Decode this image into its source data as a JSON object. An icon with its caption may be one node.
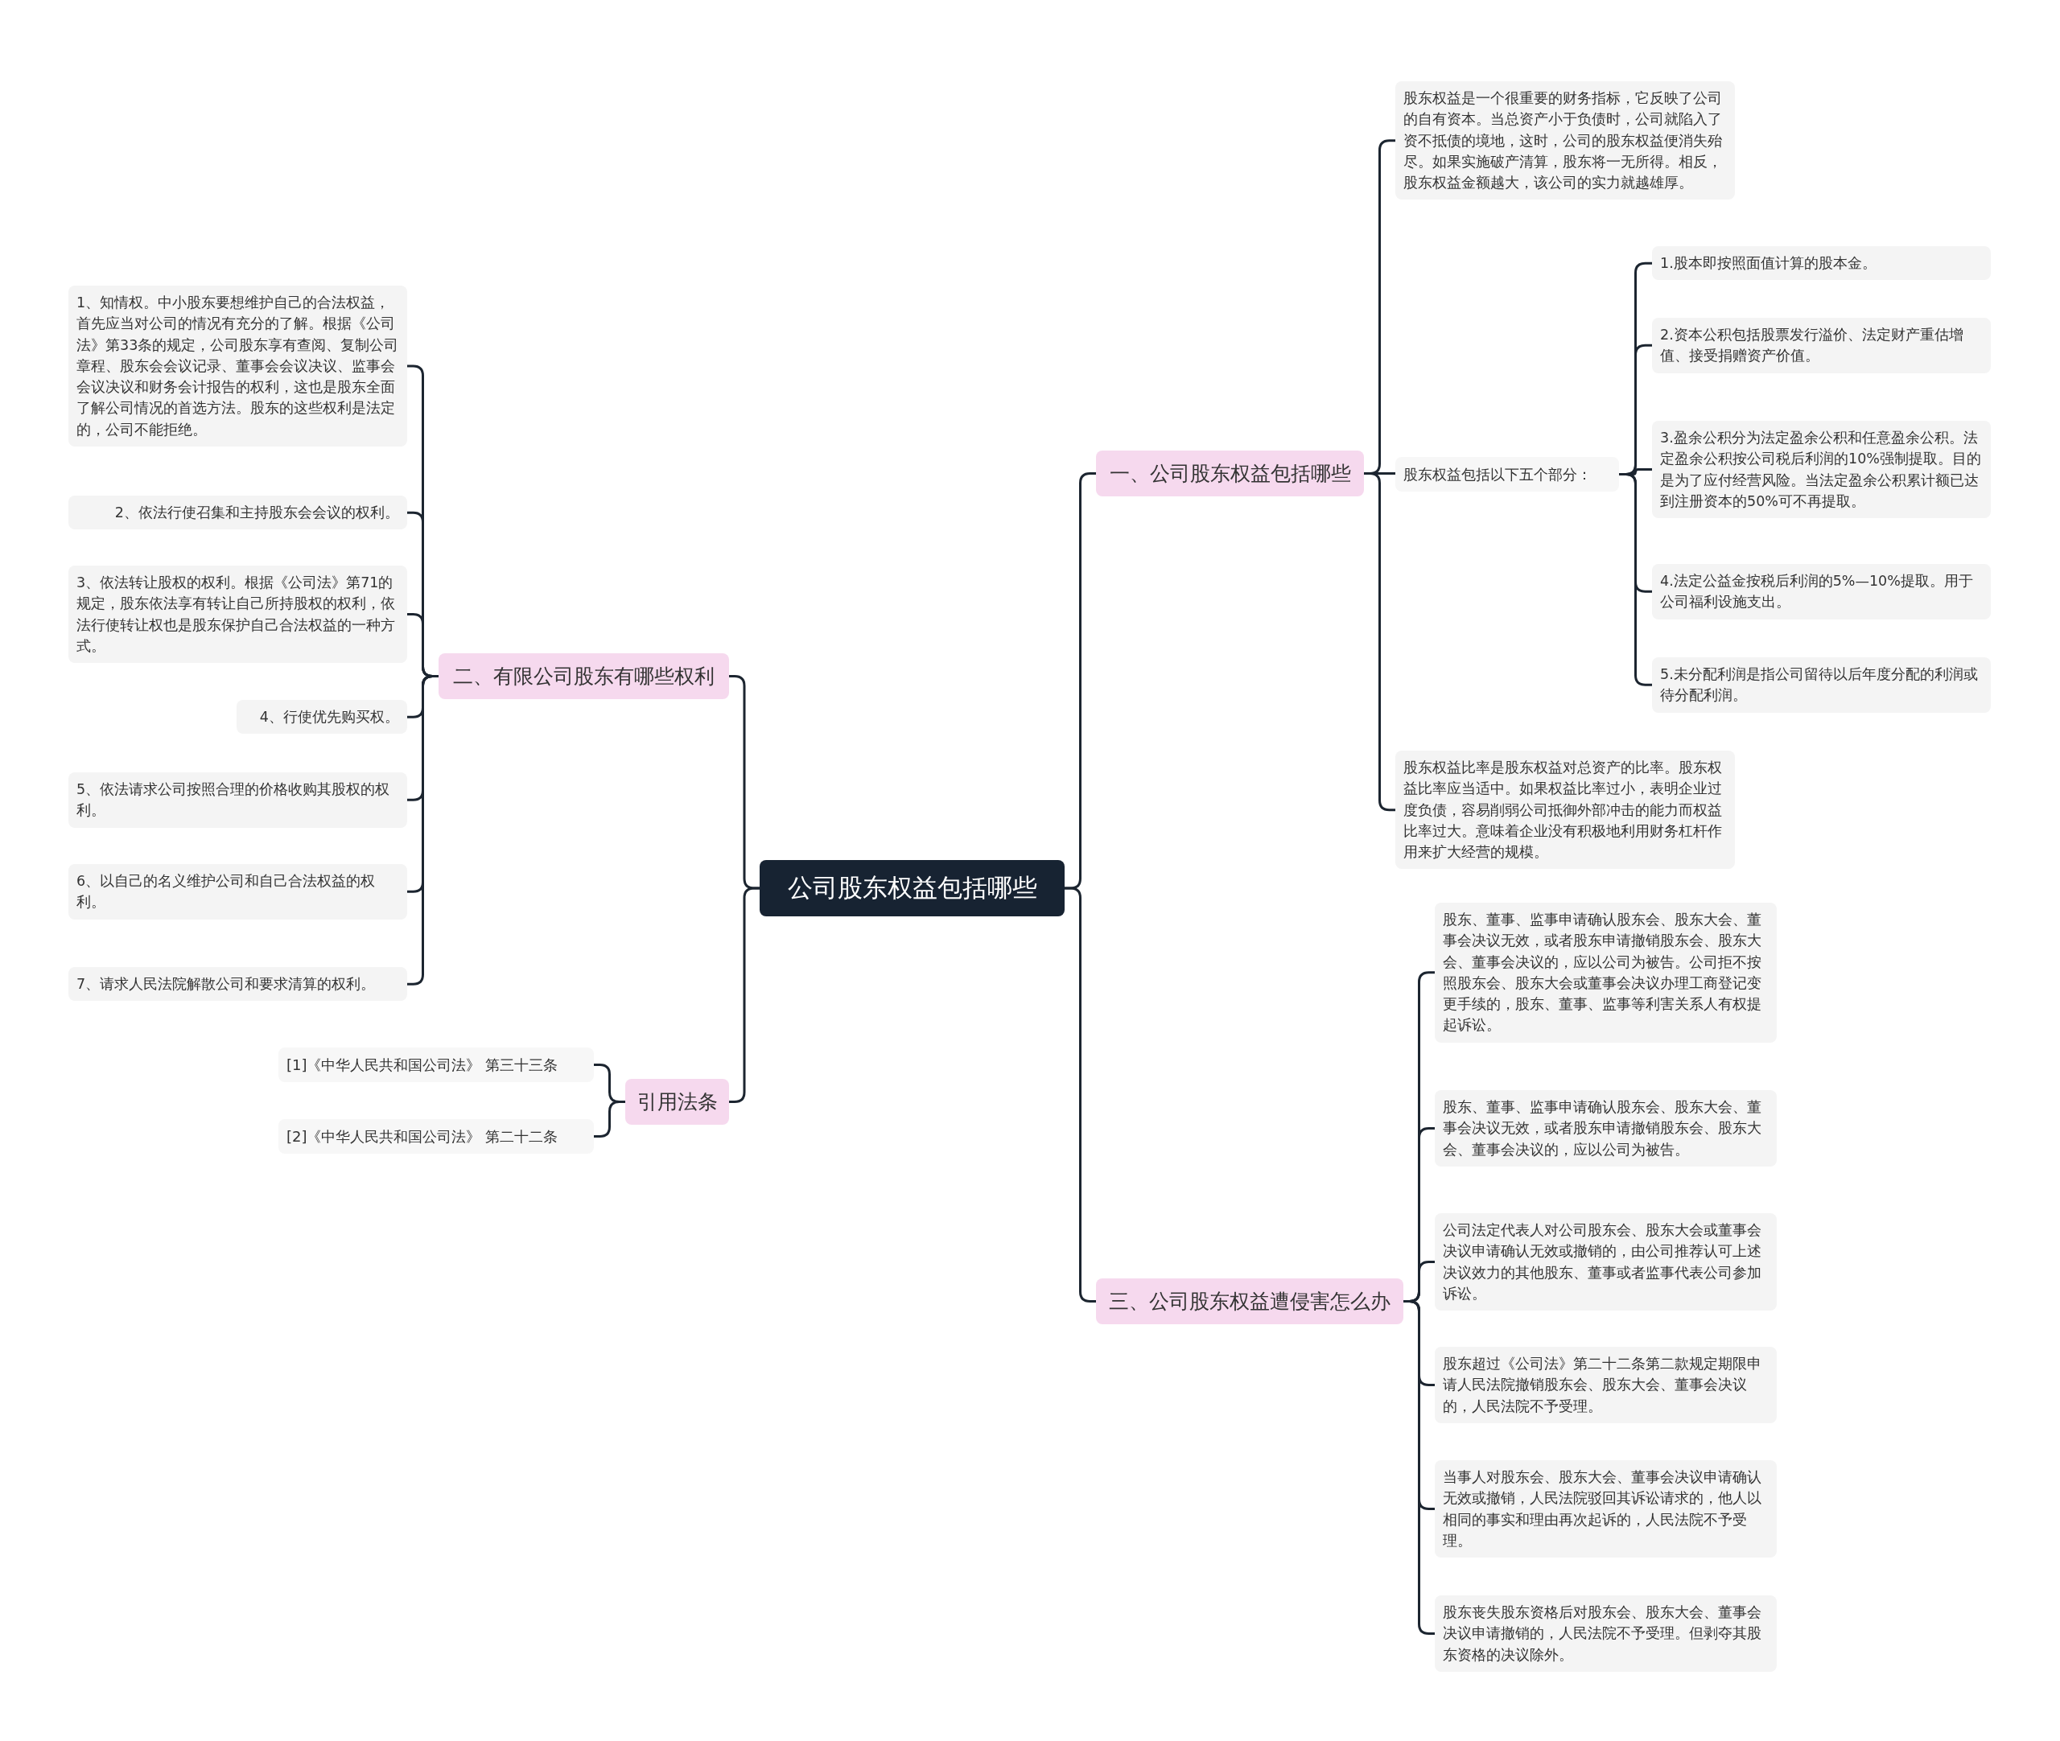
{
  "diagram": {
    "nodes": [
      {
        "text": [
          "公司股东权益包括哪些"
        ]
      },
      {
        "text": [
          "一、公司股东权益包括哪些"
        ]
      },
      {
        "text": [
          "股东权益是一个很重要的财务指标，它反映了公司的自有资本。当总资产小于负债时，公司就陷入了资不抵债的境地，这时，公司的股东权益便消失殆尽。如果实施破产清算，股东将一无所得。相反，股东权益金额越大，该公司的实力就越雄厚。"
        ]
      },
      {
        "text": [
          "股东权益包括以下五个部分："
        ]
      },
      {
        "text": [
          "1.股本即按照面值计算的股本金。"
        ]
      },
      {
        "text": [
          "2.资本公积包括股票发行溢价、法定财产重估增值、接受捐赠资产价值。"
        ]
      },
      {
        "text": [
          "3.盈余公积分为法定盈余公积和任意盈余公积。法定盈余公积按公司税后利润的10%强制提取。目的是为了应付经营风险。当法定盈余公积累计额已达到注册资本的50%可不再提取。"
        ]
      },
      {
        "text": [
          "4.法定公益金按税后利润的5%—10%提取。用于公司福利设施支出。"
        ]
      },
      {
        "text": [
          "5.未分配利润是指公司留待以后年度分配的利润或待分配利润。"
        ]
      },
      {
        "text": [
          "股东权益比率是股东权益对总资产的比率。股东权益比率应当适中。如果权益比率过小，表明企业过度负债，容易削弱公司抵御外部冲击的能力而权益比率过大。意味着企业没有积极地利用财务杠杆作用来扩大经营的规模。"
        ]
      },
      {
        "text": [
          "二、有限公司股东有哪些权利"
        ]
      },
      {
        "text": [
          "1、知情权。中小股东要想维护自己的合法权益，首先应当对公司的情况有充分的了解。根据《公司法》第33条的规定，公司股东享有查阅、复制公司章程、股东会会议记录、董事会会议决议、监事会会议决议和财务会计报告的权利，这也是股东全面了解公司情况的首选方法。股东的这些权利是法定的，公司不能拒绝。"
        ]
      },
      {
        "text": [
          "2、依法行使召集和主持股东会会议的权利。"
        ]
      },
      {
        "text": [
          "3、依法转让股权的权利。根据《公司法》第71的规定，股东依法享有转让自己所持股权的权利，依法行使转让权也是股东保护自己合法权益的一种方式。"
        ]
      },
      {
        "text": [
          "4、行使优先购买权。"
        ]
      },
      {
        "text": [
          "5、依法请求公司按照合理的价格收购其股权的权利。"
        ]
      },
      {
        "text": [
          "6、以自己的名义维护公司和自己合法权益的权利。"
        ]
      },
      {
        "text": [
          "7、请求人民法院解散公司和要求清算的权利。"
        ]
      },
      {
        "text": [
          "引用法条"
        ]
      },
      {
        "text": [
          "[1]《中华人民共和国公司法》 第三十三条"
        ]
      },
      {
        "text": [
          "[2]《中华人民共和国公司法》 第二十二条"
        ]
      },
      {
        "text": [
          "三、公司股东权益遭侵害怎么办"
        ]
      },
      {
        "text": [
          "股东、董事、监事申请确认股东会、股东大会、董事会决议无效，或者股东申请撤销股东会、股东大会、董事会决议的，应以公司为被告。公司拒不按照股东会、股东大会或董事会决议办理工商登记变更手续的，股东、董事、监事等利害关系人有权提起诉讼。"
        ]
      },
      {
        "text": [
          "股东、董事、监事申请确认股东会、股东大会、董事会决议无效，或者股东申请撤销股东会、股东大会、董事会决议的，应以公司为被告。"
        ]
      },
      {
        "text": [
          "公司法定代表人对公司股东会、股东大会或董事会决议申请确认无效或撤销的，由公司推荐认可上述决议效力的其他股东、董事或者监事代表公司参加诉讼。"
        ]
      },
      {
        "text": [
          "股东超过《公司法》第二十二条第二款规定期限申请人民法院撤销股东会、股东大会、董事会决议的，人民法院不予受理。"
        ]
      },
      {
        "text": [
          "当事人对股东会、股东大会、董事会决议申请确认无效或撤销，人民法院驳回其诉讼请求的，他人以相同的事实和理由再次起诉的，人民法院不予受理。"
        ]
      },
      {
        "text": [
          "股东丧失股东资格后对股东会、股东大会、董事会决议申请撤销的，人民法院不予受理。但剥夺其股东资格的决议除外。"
        ]
      }
    ],
    "edges": [
      {
        "from": 0,
        "to": 1,
        "arrow": "none"
      },
      {
        "from": 1,
        "to": 2,
        "arrow": "none"
      },
      {
        "from": 1,
        "to": 3,
        "arrow": "none"
      },
      {
        "from": 3,
        "to": 4,
        "arrow": "none"
      },
      {
        "from": 3,
        "to": 5,
        "arrow": "none"
      },
      {
        "from": 3,
        "to": 6,
        "arrow": "none"
      },
      {
        "from": 3,
        "to": 7,
        "arrow": "none"
      },
      {
        "from": 3,
        "to": 8,
        "arrow": "none"
      },
      {
        "from": 1,
        "to": 9,
        "arrow": "none"
      },
      {
        "from": 0,
        "to": 10,
        "arrow": "none"
      },
      {
        "from": 10,
        "to": 11,
        "arrow": "none"
      },
      {
        "from": 10,
        "to": 12,
        "arrow": "none"
      },
      {
        "from": 10,
        "to": 13,
        "arrow": "none"
      },
      {
        "from": 10,
        "to": 14,
        "arrow": "none"
      },
      {
        "from": 10,
        "to": 15,
        "arrow": "none"
      },
      {
        "from": 10,
        "to": 16,
        "arrow": "none"
      },
      {
        "from": 10,
        "to": 17,
        "arrow": "none"
      },
      {
        "from": 0,
        "to": 18,
        "arrow": "none"
      },
      {
        "from": 18,
        "to": 19,
        "arrow": "none"
      },
      {
        "from": 18,
        "to": 20,
        "arrow": "none"
      },
      {
        "from": 0,
        "to": 21,
        "arrow": "none"
      },
      {
        "from": 21,
        "to": 22,
        "arrow": "none"
      },
      {
        "from": 21,
        "to": 23,
        "arrow": "none"
      },
      {
        "from": 21,
        "to": 24,
        "arrow": "none"
      },
      {
        "from": 21,
        "to": 25,
        "arrow": "none"
      },
      {
        "from": 21,
        "to": 26,
        "arrow": "none"
      },
      {
        "from": 21,
        "to": 27,
        "arrow": "none"
      }
    ]
  }
}
